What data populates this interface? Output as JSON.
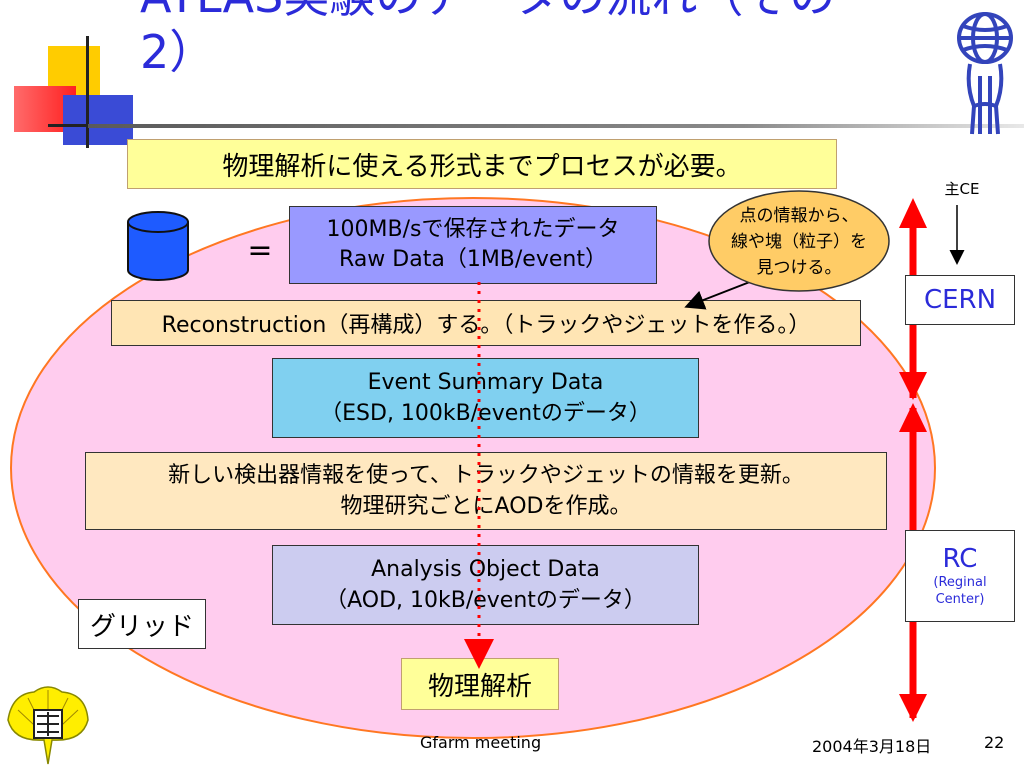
{
  "slide": {
    "title_line1": "ATLAS実験のデータの流れ（その",
    "title_line2": "2）",
    "headline": "物理解析に使える形式までプロセスが必要。"
  },
  "flow": {
    "equals": "=",
    "raw_line1": "100MB/sで保存されたデータ",
    "raw_line2": "Raw Data（1MB/event）",
    "callout_line1": "点の情報から、",
    "callout_line2": "線や塊（粒子）を",
    "callout_line3": "見つける。",
    "recon": "Reconstruction（再構成）する。（トラックやジェットを作る。）",
    "esd_line1": "Event Summary Data",
    "esd_line2": "（ESD, 100kB/eventのデータ）",
    "update_line1": "新しい検出器情報を使って、トラックやジェットの情報を更新。",
    "update_line2": "物理研究ごとにAODを作成。",
    "aod_line1": "Analysis Object Data",
    "aod_line2": "（AOD, 10kB/eventのデータ）",
    "grid_label": "グリッド",
    "physics": "物理解析"
  },
  "side": {
    "main_ce": "主CE",
    "cern": "CERN",
    "rc": "RC",
    "rc_sub1": "(Reginal",
    "rc_sub2": "Center)"
  },
  "footer": {
    "meeting": "Gfarm meeting",
    "date": "2004年3月18日",
    "page": "22"
  },
  "colors": {
    "title": "#2b2bd9",
    "ellipse_fill": "#ffccee",
    "ellipse_stroke": "#ff7722",
    "arrow_red": "#ff0000",
    "cylinder": "#1e5bff",
    "callout": "#ffcc66"
  },
  "icons": [
    "atlas-logo-icon",
    "ginkgo-logo-icon",
    "database-cylinder-icon"
  ]
}
